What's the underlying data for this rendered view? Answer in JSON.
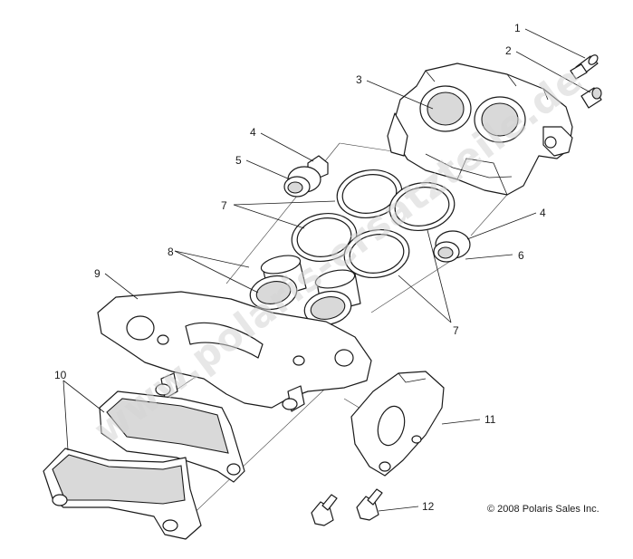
{
  "callouts": [
    "1",
    "2",
    "3",
    "4",
    "5",
    "7",
    "8",
    "9",
    "10",
    "4",
    "6",
    "7",
    "11",
    "12"
  ],
  "copyright": "© 2008 Polaris Sales Inc.",
  "watermark": "www.polaris-ersatzteile.de",
  "colors": {
    "line": "#1a1a1a",
    "shade": "#d9d9d9",
    "watermark": "#d4d4d4"
  }
}
